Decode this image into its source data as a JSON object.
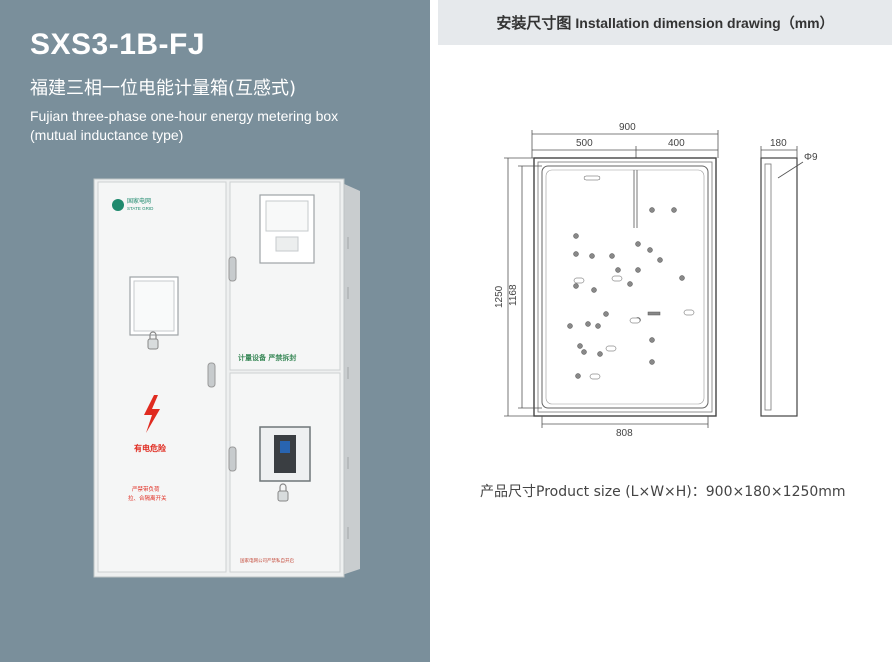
{
  "product": {
    "model": "SXS3-1B-FJ",
    "name_cn": "福建三相一位电能计量箱(互感式)",
    "name_en_line1": "Fujian three-phase one-hour energy metering box",
    "name_en_line2": "(mutual inductance type)"
  },
  "cabinet_labels": {
    "logo_line1": "国家电网",
    "logo_line2": "STATE GRID",
    "seal_warning": "计量设备  严禁拆封",
    "danger": "有电危险",
    "notice_line1": "严禁带负荷",
    "notice_line2": "拉、合隔离开关",
    "bottom_text": "国家电网公司严禁私自开启"
  },
  "section_header": {
    "title_cn": "安装尺寸图",
    "title_en": "Installation dimension drawing（mm）"
  },
  "dimensions": {
    "width": "900",
    "left_part": "500",
    "right_part": "400",
    "height": "1250",
    "inner_height": "1168",
    "inner_width": "808",
    "depth": "180",
    "hole": "Φ9"
  },
  "product_size": "产品尺寸Product size (L×W×H)：900×180×1250mm",
  "colors": {
    "left_panel_bg": "#7a8f9b",
    "header_bg": "#e6e9ec",
    "danger_red": "#e02b20",
    "seal_green": "#3c8a5a"
  }
}
